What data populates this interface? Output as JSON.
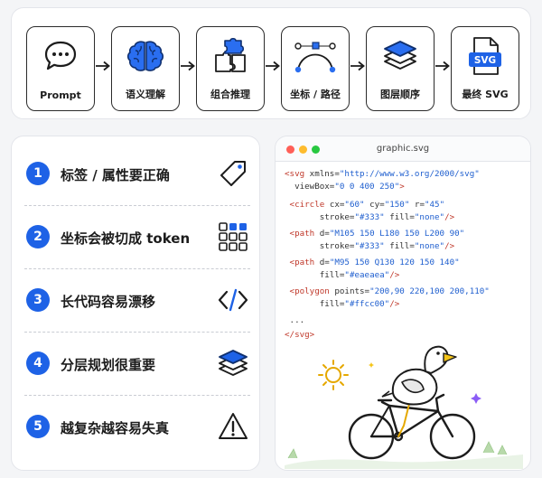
{
  "pipeline": {
    "steps": [
      {
        "label": "Prompt",
        "icon": "chat-bubble-icon"
      },
      {
        "label": "语义理解",
        "icon": "brain-icon"
      },
      {
        "label": "组合推理",
        "icon": "puzzle-icon"
      },
      {
        "label": "坐标 / 路径",
        "icon": "bezier-path-icon"
      },
      {
        "label": "图层顺序",
        "icon": "layers-icon"
      },
      {
        "label": "最终 SVG",
        "icon": "svg-file-icon",
        "badge": "SVG"
      }
    ]
  },
  "tips": [
    {
      "num": "1",
      "text": "标签 / 属性要正确",
      "icon": "tag-icon"
    },
    {
      "num": "2",
      "text": "坐标会被切成 token",
      "icon": "grid-tokens-icon"
    },
    {
      "num": "3",
      "text": "长代码容易漂移",
      "icon": "code-brackets-icon"
    },
    {
      "num": "4",
      "text": "分层规划很重要",
      "icon": "layers-icon"
    },
    {
      "num": "5",
      "text": "越复杂越容易失真",
      "icon": "warning-icon"
    }
  ],
  "window": {
    "title": "graphic.svg",
    "dots": [
      "#ff5f57",
      "#febc2e",
      "#28c840"
    ]
  },
  "code": {
    "l1": {
      "a": "<svg",
      "b": " xmlns=",
      "c": "\"http://www.w3.org/2000/svg\""
    },
    "l2": {
      "a": "  viewBox=",
      "b": "\"0 0 400 250\"",
      "c": ">"
    },
    "l3": {
      "a": "<circle",
      "b": " cx=",
      "c": "\"60\"",
      "d": " cy=",
      "e": "\"150\"",
      "f": " r=",
      "g": "\"45\""
    },
    "l4": {
      "a": "  stroke=",
      "b": "\"#333\"",
      "c": " fill=",
      "d": "\"none\"",
      "e": "/>"
    },
    "l5": {
      "a": "<path",
      "b": " d=",
      "c": "\"M105 150 L180 150 L200 90\""
    },
    "l6": {
      "a": "  stroke=",
      "b": "\"#333\"",
      "c": " fill=",
      "d": "\"none\"",
      "e": "/>"
    },
    "l7": {
      "a": "<path",
      "b": " d=",
      "c": "\"M95 150 Q130 120 150 140\""
    },
    "l8": {
      "a": "  fill=",
      "b": "\"#eaeaea\"",
      "c": "/>"
    },
    "l9": {
      "a": "<polygon",
      "b": " points=",
      "c": "\"200,90 220,100 200,110\""
    },
    "l10": {
      "a": "  fill=",
      "b": "\"#ffcc00\"",
      "c": "/>"
    },
    "l11": "...",
    "l12": "</svg>"
  },
  "colors": {
    "accent": "#1e62e6",
    "tag": "#c0392b",
    "string": "#1f5fcf",
    "beak": "#f5c518"
  }
}
